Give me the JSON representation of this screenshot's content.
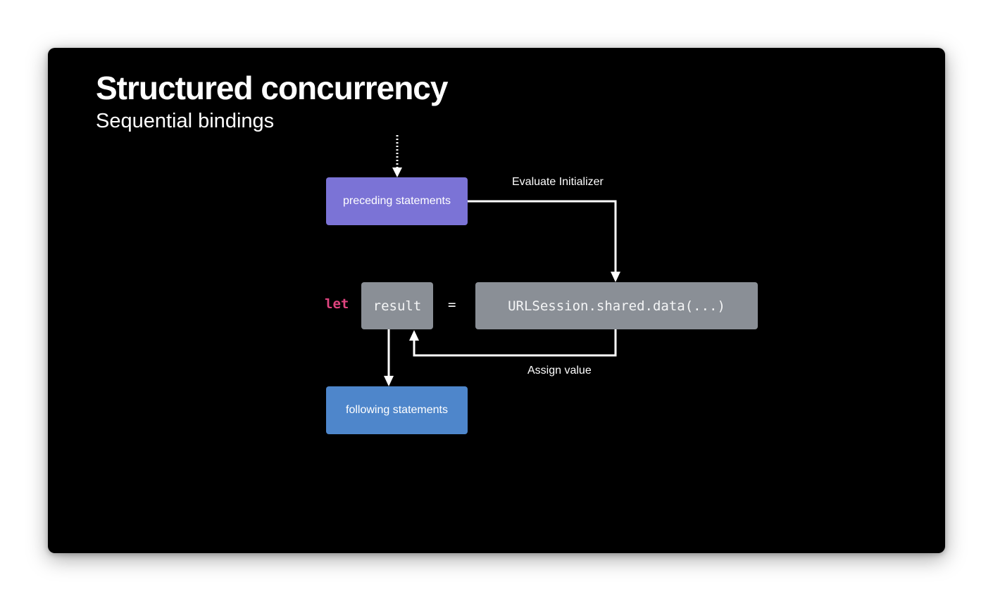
{
  "slide": {
    "title": "Structured concurrency",
    "subtitle": "Sequential bindings"
  },
  "diagram": {
    "preceding_label": "preceding statements",
    "following_label": "following statements",
    "keyword": "let",
    "variable": "result",
    "equals": "=",
    "expression": "URLSession.shared.data(...)",
    "evaluate_label": "Evaluate Initializer",
    "assign_label": "Assign value"
  },
  "colors": {
    "background": "#000000",
    "preceding_box": "#7b73d6",
    "following_box": "#4e86cb",
    "code_box": "#8a8f96",
    "keyword": "#e0447f",
    "arrows": "#ffffff"
  }
}
